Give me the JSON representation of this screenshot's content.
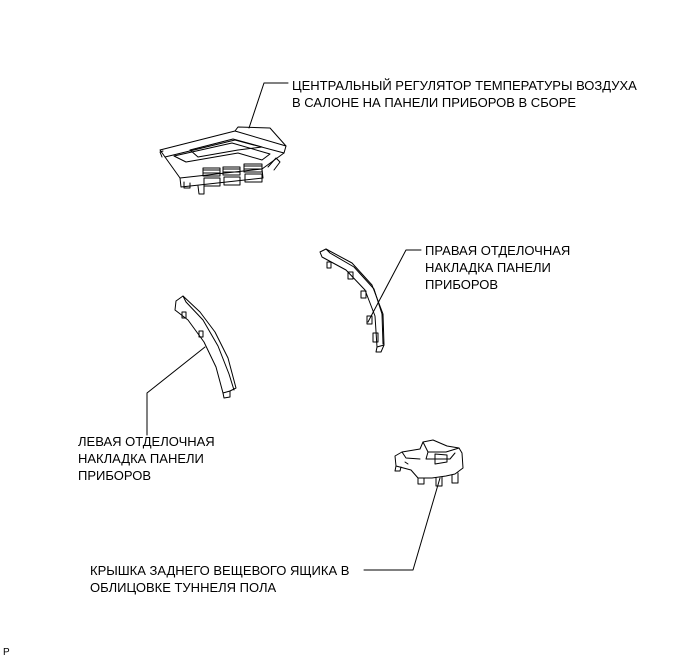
{
  "labels": {
    "central_regulator": {
      "line1": "ЦЕНТРАЛЬНЫЙ РЕГУЛЯТОР ТЕМПЕРАТУРЫ ВОЗДУХА",
      "line2": "В САЛОНЕ НА ПАНЕЛИ ПРИБОРОВ В СБОРЕ"
    },
    "right_trim": {
      "line1": "ПРАВАЯ ОТДЕЛОЧНАЯ",
      "line2": "НАКЛАДКА ПАНЕЛИ",
      "line3": "ПРИБОРОВ"
    },
    "left_trim": {
      "line1": "ЛЕВАЯ ОТДЕЛОЧНАЯ",
      "line2": "НАКЛАДКА ПАНЕЛИ",
      "line3": "ПРИБОРОВ"
    },
    "rear_box_cover": {
      "line1": "КРЫШКА ЗАДНЕГО ВЕЩЕВОГО ЯЩИКА В",
      "line2": "ОБЛИЦОВКЕ ТУННЕЛЯ ПОЛА"
    }
  },
  "footer_code": "P"
}
